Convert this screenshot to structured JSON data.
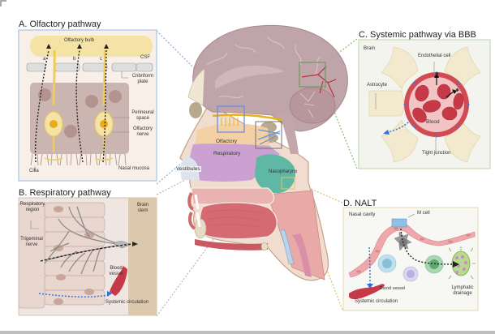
{
  "panels": {
    "a": {
      "title": "A. Olfactory pathway",
      "labels": {
        "olfactory_bulb": "Olfactory bulb",
        "route_a": "a",
        "route_b": "b",
        "route_c": "c",
        "csf": "CSF",
        "cribriform_plate_1": "Cribriform",
        "cribriform_plate_2": "plate",
        "perineural_space_1": "Perineural",
        "perineural_space_2": "space",
        "olfactory_nerve_1": "Olfactory",
        "olfactory_nerve_2": "nerve",
        "cilia": "Cilia",
        "nasal_mucosa": "Nasal mucosa"
      }
    },
    "b": {
      "title": "B. Respiratory pathway",
      "labels": {
        "respiratory_region_1": "Respiratory",
        "respiratory_region_2": "region",
        "brain_stem_1": "Brain",
        "brain_stem_2": "stem",
        "trigeminal_nerve_1": "Trigeminal",
        "trigeminal_nerve_2": "nerve",
        "blood_vessel_1": "Blood",
        "blood_vessel_2": "vessel",
        "systemic_circulation": "Systemic circulation"
      }
    },
    "c": {
      "title": "C. Systemic pathway via BBB",
      "labels": {
        "brain": "Brain",
        "endothelial_cell": "Endothelial cell",
        "astrocyte": "Astrocyte",
        "blood": "Blood",
        "tight_junction": "Tight junction"
      }
    },
    "d": {
      "title": "D. NALT",
      "labels": {
        "nasal_cavity": "Nasal cavity",
        "m_cell": "M cell",
        "blood_vessel": "Blood vessel",
        "systemic_circulation": "Systemic circulation",
        "lymphatic_drainage_1": "Lymphatic",
        "lymphatic_drainage_2": "drainage"
      }
    },
    "center": {
      "labels": {
        "olfactory": "Olfactory",
        "respiratory": "Respiratory",
        "vestibules": "Vestibules",
        "nasopharynx": "Nasopharynx"
      }
    }
  },
  "colors": {
    "panel_a_border": "#a9c4e6",
    "panel_b_border": "#c9c1b5",
    "panel_c_border": "#b9d3a8",
    "panel_d_border": "#e6d7b5",
    "olfactory_yellow": "#f5e3a6",
    "tissue_pink": "#c9b2ad",
    "blood_red": "#c63a47",
    "brain_mauve": "#bfa5aa",
    "respiratory_purple": "#c79ad1",
    "nasopharynx_teal": "#5fb8a5",
    "route_blue": "#2f6fe0"
  }
}
